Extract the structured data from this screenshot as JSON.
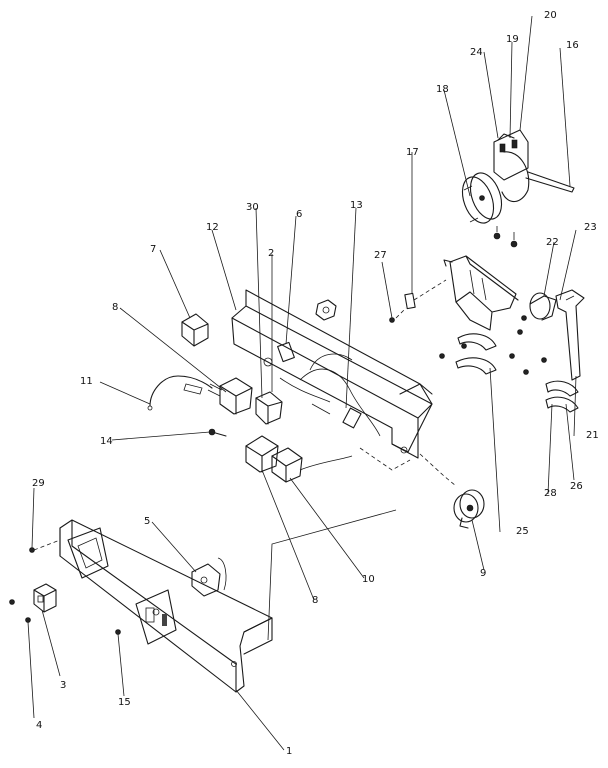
{
  "callouts": [
    {
      "id": "c20",
      "label": "20"
    },
    {
      "id": "c19",
      "label": "19"
    },
    {
      "id": "c24",
      "label": "24"
    },
    {
      "id": "c16",
      "label": "16"
    },
    {
      "id": "c18",
      "label": "18"
    },
    {
      "id": "c17",
      "label": "17"
    },
    {
      "id": "c13",
      "label": "13"
    },
    {
      "id": "c30",
      "label": "30"
    },
    {
      "id": "c6",
      "label": "6"
    },
    {
      "id": "c12",
      "label": "12"
    },
    {
      "id": "c2",
      "label": "2"
    },
    {
      "id": "c7",
      "label": "7"
    },
    {
      "id": "c27",
      "label": "27"
    },
    {
      "id": "c22",
      "label": "22"
    },
    {
      "id": "c23",
      "label": "23"
    },
    {
      "id": "c8a",
      "label": "8"
    },
    {
      "id": "c11",
      "label": "11"
    },
    {
      "id": "c14",
      "label": "14"
    },
    {
      "id": "c25",
      "label": "25"
    },
    {
      "id": "c21",
      "label": "21"
    },
    {
      "id": "c26",
      "label": "26"
    },
    {
      "id": "c28",
      "label": "28"
    },
    {
      "id": "c29",
      "label": "29"
    },
    {
      "id": "c5",
      "label": "5"
    },
    {
      "id": "c10",
      "label": "10"
    },
    {
      "id": "c9",
      "label": "9"
    },
    {
      "id": "c8b",
      "label": "8"
    },
    {
      "id": "c3",
      "label": "3"
    },
    {
      "id": "c15",
      "label": "15"
    },
    {
      "id": "c4",
      "label": "4"
    },
    {
      "id": "c1",
      "label": "1"
    }
  ]
}
